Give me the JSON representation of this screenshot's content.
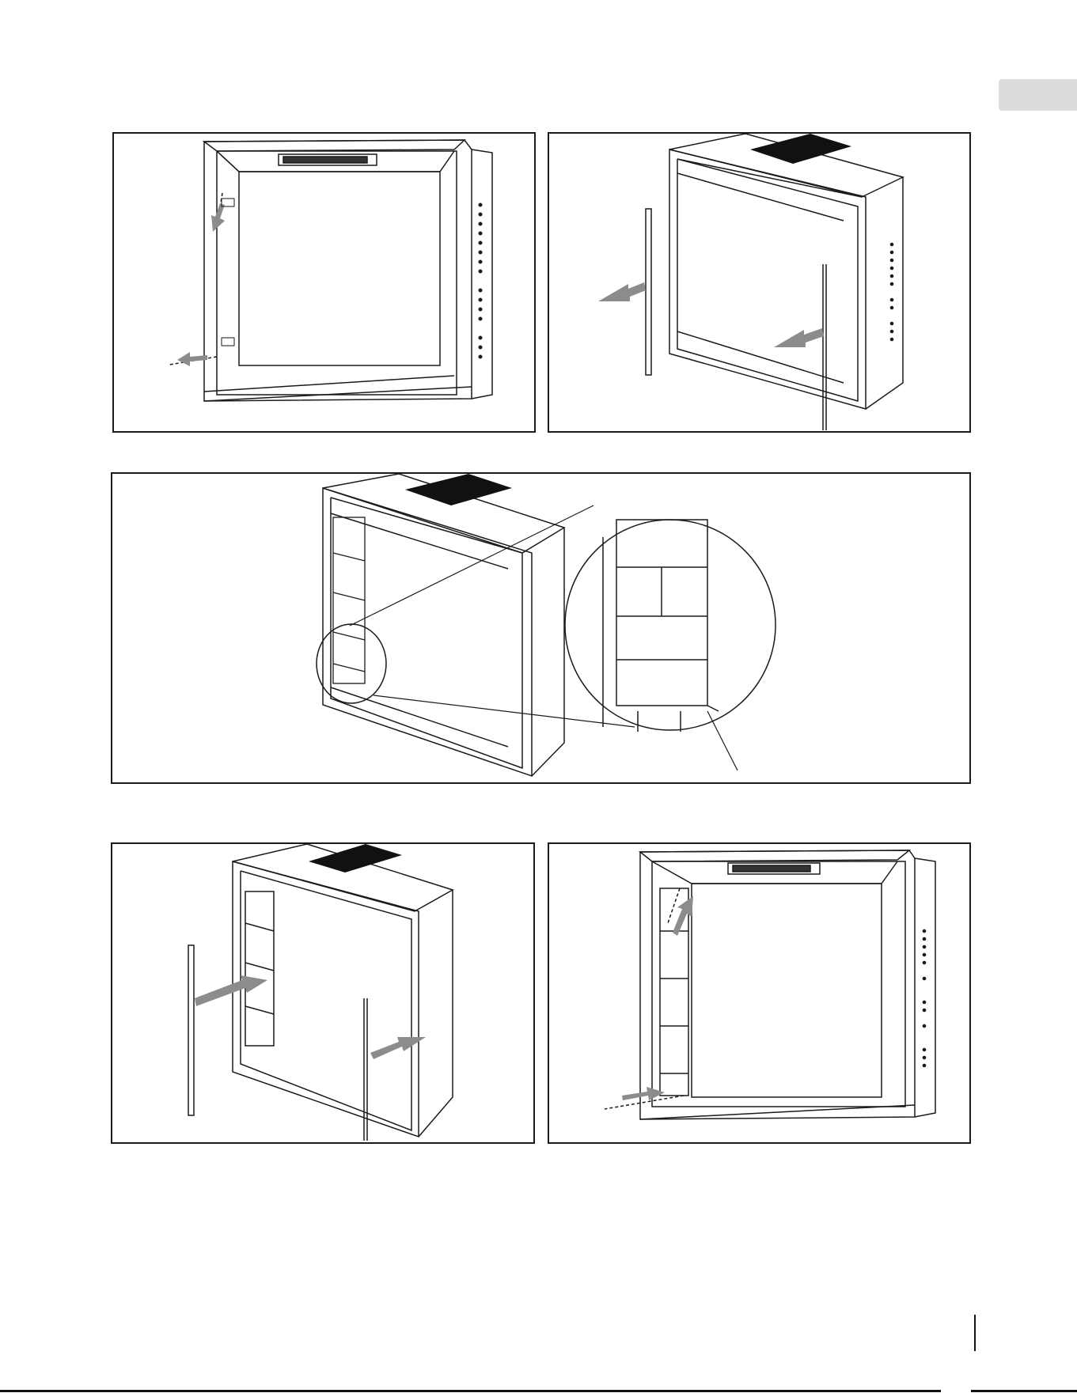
{
  "page": {
    "page_number": ""
  },
  "figures": [
    {
      "id": "fig1",
      "name": "figure-remove-left-trim-screw"
    },
    {
      "id": "fig2",
      "name": "figure-remove-side-trims"
    },
    {
      "id": "fig3",
      "name": "figure-install-brick-panel-detail"
    },
    {
      "id": "fig4",
      "name": "figure-reinstall-side-trims"
    },
    {
      "id": "fig5",
      "name": "figure-reinstall-trim-screw"
    }
  ],
  "colors": {
    "line": "#1a1a1a",
    "arrow": "#8c8c8c",
    "vent": "#111111",
    "tab": "#dcdcdc"
  }
}
